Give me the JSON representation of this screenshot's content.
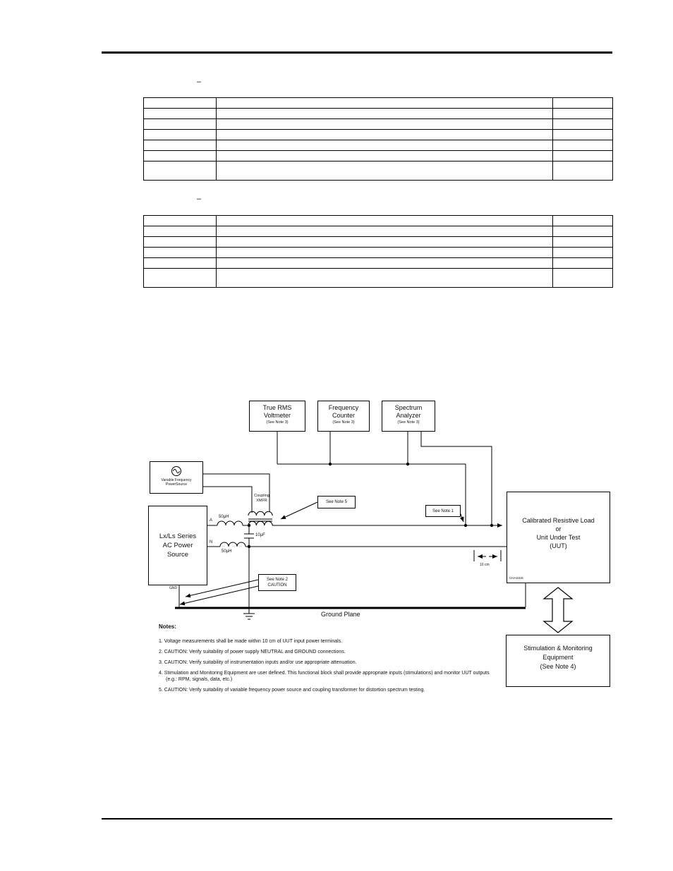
{
  "tables": {
    "caption1_dash": "–",
    "caption2_dash": "–"
  },
  "diagram": {
    "instruments": [
      {
        "line1": "True RMS",
        "line2": "Voltmeter",
        "note": "(See Note 3)"
      },
      {
        "line1": "Frequency",
        "line2": "Counter",
        "note": "(See Note 3)"
      },
      {
        "line1": "Spectrum",
        "line2": "Analyzer",
        "note": "(See Note 3)"
      }
    ],
    "vf_source": {
      "line1": "Variable Frequency",
      "line2": "PowerSource"
    },
    "coupling_xmfr": {
      "line1": "Coupling",
      "line2": "XMFR"
    },
    "ac_source": {
      "line1": "Lx/Ls Series",
      "line2": "AC Power",
      "line3": "Source"
    },
    "uut": {
      "line1": "Calibrated Resistive Load",
      "line2": "or",
      "line3": "Unit Under Test",
      "line4": "(UUT)"
    },
    "stim": {
      "line1": "Stimulation & Monitoring",
      "line2": "Equipment",
      "line3": "(See Note 4)"
    },
    "callouts": {
      "note5": "See Note 5",
      "note1": "See Note 1",
      "note2_line1": "See Note 2",
      "note2_line2": "CAUTION"
    },
    "labels": {
      "terminal_a": "A",
      "terminal_n": "N",
      "gnd": "GND",
      "inductor_a": "50µH",
      "inductor_n": "50µH",
      "capacitor": "10µF",
      "dimension": "10 cm",
      "chassis": "CHASSIS",
      "ground_plane": "Ground Plane"
    },
    "notes": {
      "heading": "Notes:",
      "items": [
        "1. Voltage measurements shall be made within 10 cm of UUT input power terminals.",
        "2. CAUTION: Verify suitability of power supply NEUTRAL and GROUND connections.",
        "3. CAUTION: Verify suitability of instrumentation inputs and/or use appropriate attenuation.",
        "4. Stimulation and Monitoring Equipment are user defined. This functional block shall provide appropriate inputs (stimulations) and monitor UUT outputs (e.g.: RPM, signals, data, etc.)",
        "5. CAUTION: Verify suitability of variable frequency power source and coupling transformer for distortion spectrum testing."
      ]
    }
  }
}
